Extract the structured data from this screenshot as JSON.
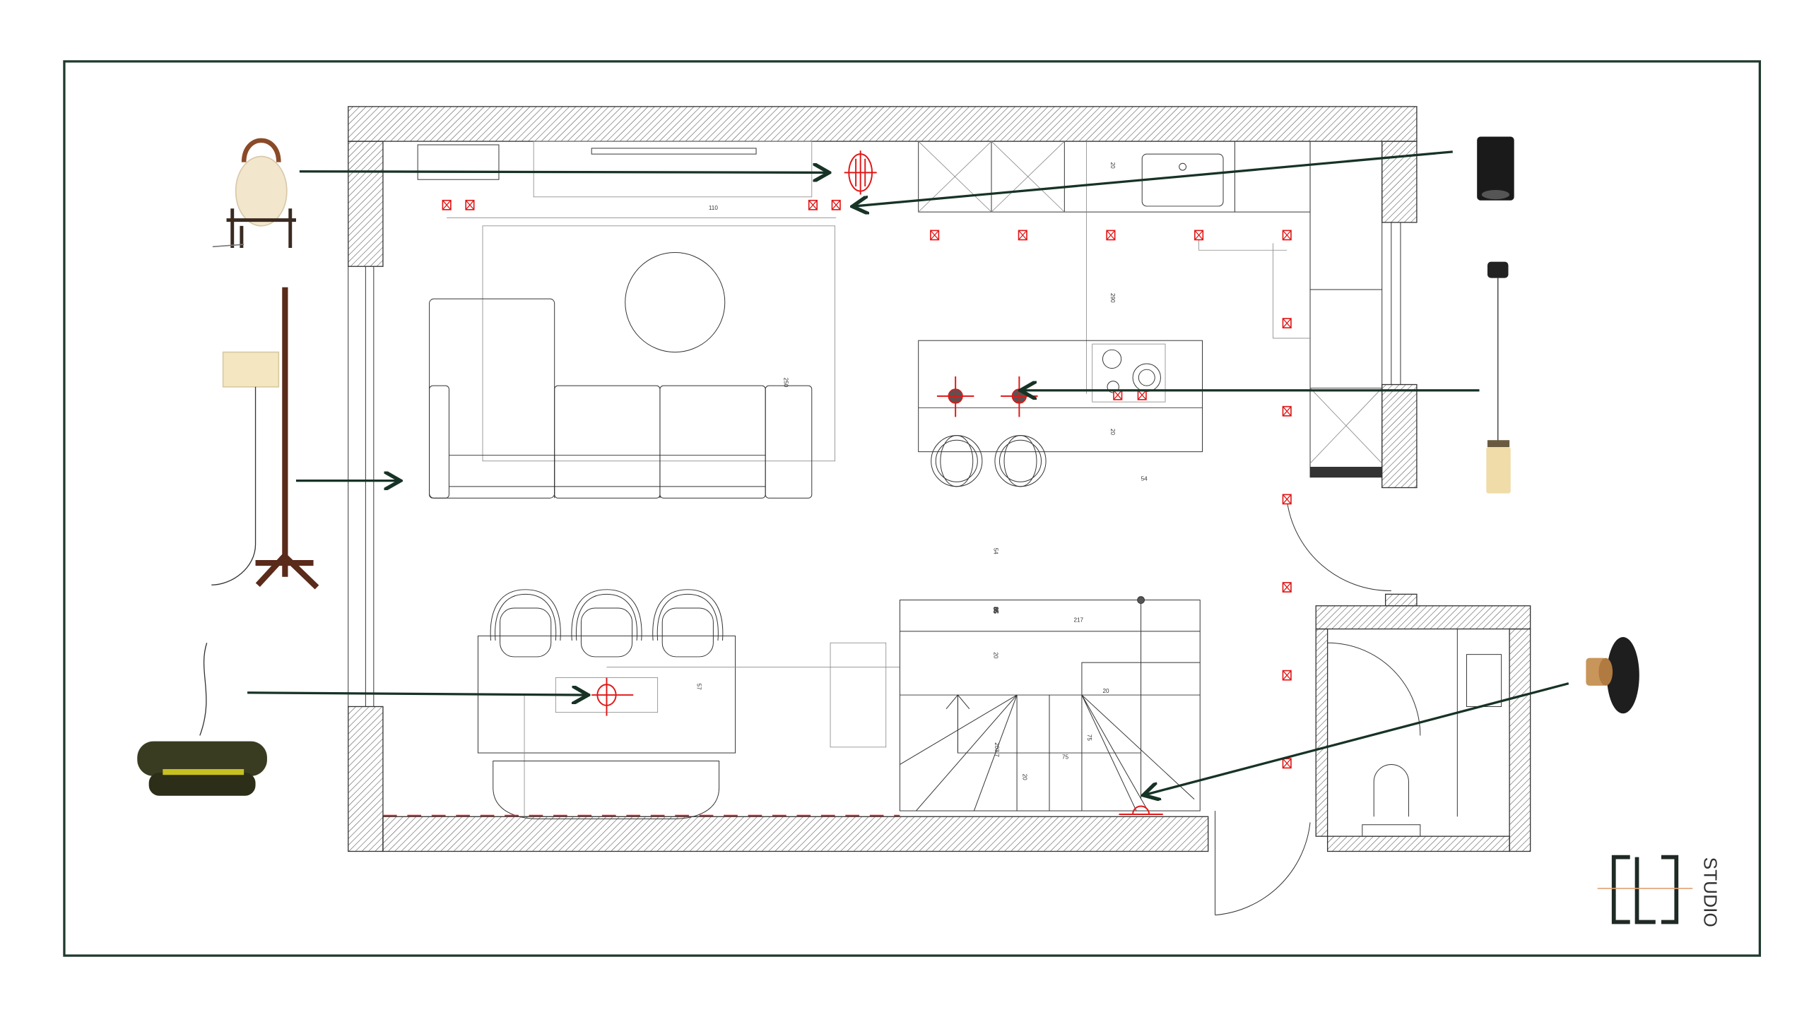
{
  "logo": {
    "mark": "[L]",
    "text": "STUDIO"
  },
  "dimensions": [
    "110",
    "20",
    "290",
    "250",
    "20",
    "54",
    "54",
    "85",
    "217",
    "20",
    "20",
    "57",
    "203,7",
    "75",
    "75",
    "20"
  ],
  "colors": {
    "frame": "#1f3a2e",
    "arrow": "#173326",
    "marker": "#e01818",
    "logo_accent": "#e0a070",
    "wall_hatch": "#555555"
  },
  "fixtures": [
    {
      "name": "table-lantern",
      "target": "wall-light-living"
    },
    {
      "name": "black-cylinder-downlight",
      "target": "kitchen-spots"
    },
    {
      "name": "floor-lamp",
      "target": "living-room"
    },
    {
      "name": "cylinder-pendant",
      "target": "island-pendants"
    },
    {
      "name": "glass-pendant",
      "target": "dining-table"
    },
    {
      "name": "brass-wall-sconce",
      "target": "stair-wall-light"
    }
  ]
}
